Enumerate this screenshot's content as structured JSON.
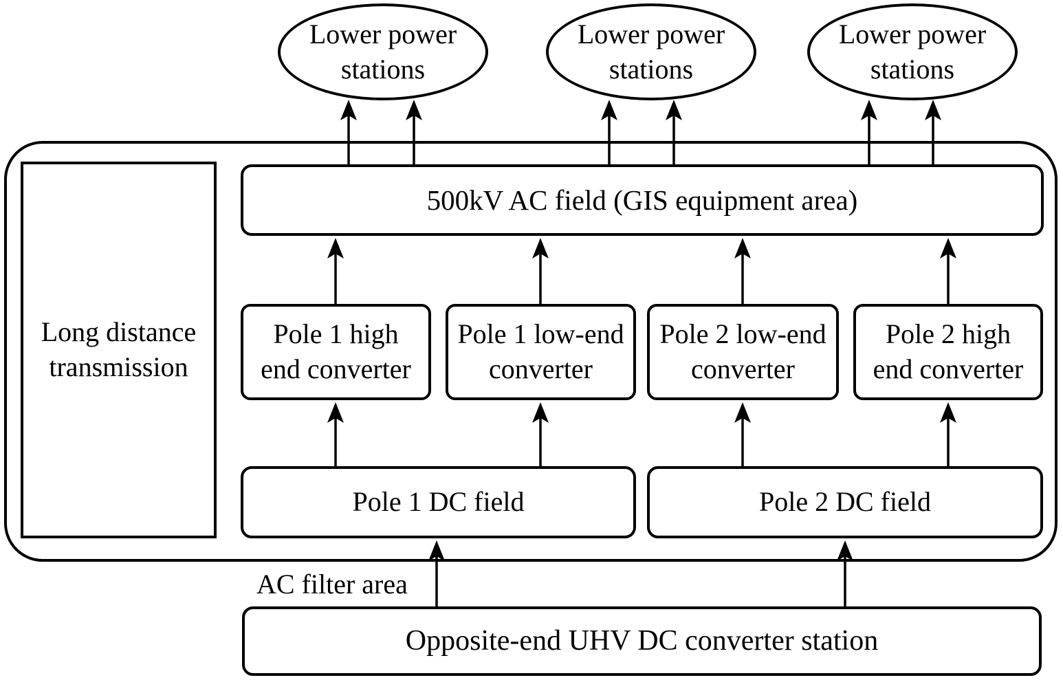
{
  "diagram": {
    "top_ellipses": [
      {
        "label": "Lower power\nstations"
      },
      {
        "label": "Lower power\nstations"
      },
      {
        "label": "Lower power\nstations"
      }
    ],
    "station": {
      "long_distance_label": "Long distance\ntransmission",
      "ac_field_label": "500kV AC field (GIS equipment area)",
      "converters": [
        {
          "label": "Pole 1 high\nend converter"
        },
        {
          "label": "Pole 1 low-end\nconverter"
        },
        {
          "label": "Pole 2 low-end\nconverter"
        },
        {
          "label": "Pole 2 high\nend converter"
        }
      ],
      "dc_fields": [
        {
          "label": "Pole 1 DC field"
        },
        {
          "label": "Pole 2 DC field"
        }
      ]
    },
    "ac_filter_label": "AC filter area",
    "bottom_station_label": "Opposite-end UHV DC converter station",
    "colors": {
      "line": "#000000",
      "background": "#ffffff"
    }
  }
}
